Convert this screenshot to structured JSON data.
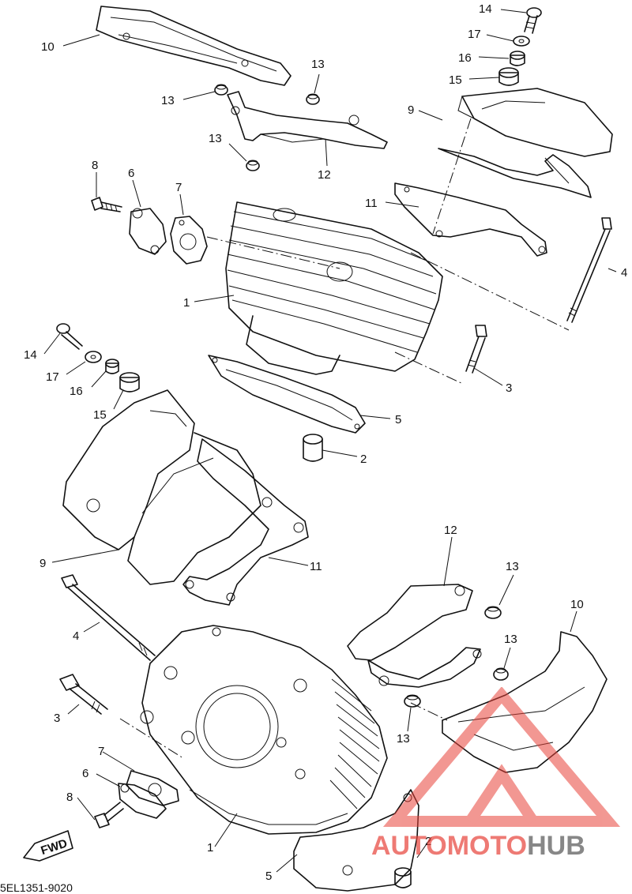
{
  "callouts": [
    {
      "id": "c10a",
      "text": "10"
    },
    {
      "id": "c14a",
      "text": "14"
    },
    {
      "id": "c17a",
      "text": "17"
    },
    {
      "id": "c16a",
      "text": "16"
    },
    {
      "id": "c15a",
      "text": "15"
    },
    {
      "id": "c13a",
      "text": "13"
    },
    {
      "id": "c13b",
      "text": "13"
    },
    {
      "id": "c13c",
      "text": "13"
    },
    {
      "id": "c9a",
      "text": "9"
    },
    {
      "id": "c12a",
      "text": "12"
    },
    {
      "id": "c8a",
      "text": "8"
    },
    {
      "id": "c6a",
      "text": "6"
    },
    {
      "id": "c7a",
      "text": "7"
    },
    {
      "id": "c11a",
      "text": "11"
    },
    {
      "id": "c4a",
      "text": "4"
    },
    {
      "id": "c1a",
      "text": "1"
    },
    {
      "id": "c14b",
      "text": "14"
    },
    {
      "id": "c17b",
      "text": "17"
    },
    {
      "id": "c16b",
      "text": "16"
    },
    {
      "id": "c15b",
      "text": "15"
    },
    {
      "id": "c3a",
      "text": "3"
    },
    {
      "id": "c5a",
      "text": "5"
    },
    {
      "id": "c2a",
      "text": "2"
    },
    {
      "id": "c9b",
      "text": "9"
    },
    {
      "id": "c11b",
      "text": "11"
    },
    {
      "id": "c12b",
      "text": "12"
    },
    {
      "id": "c13d",
      "text": "13"
    },
    {
      "id": "c10b",
      "text": "10"
    },
    {
      "id": "c13e",
      "text": "13"
    },
    {
      "id": "c13f",
      "text": "13"
    },
    {
      "id": "c4b",
      "text": "4"
    },
    {
      "id": "c3b",
      "text": "3"
    },
    {
      "id": "c7b",
      "text": "7"
    },
    {
      "id": "c6b",
      "text": "6"
    },
    {
      "id": "c8b",
      "text": "8"
    },
    {
      "id": "c1b",
      "text": "1"
    },
    {
      "id": "c2b",
      "text": "2"
    },
    {
      "id": "c5b",
      "text": "5"
    }
  ],
  "fwd_label": "FWD",
  "doc_code": "5EL1351-9020",
  "watermark": {
    "part1": "AUTO",
    "part2": "MOTO",
    "part3": "HUB",
    "color_red": "#e8433a",
    "color_grey": "#555555"
  }
}
